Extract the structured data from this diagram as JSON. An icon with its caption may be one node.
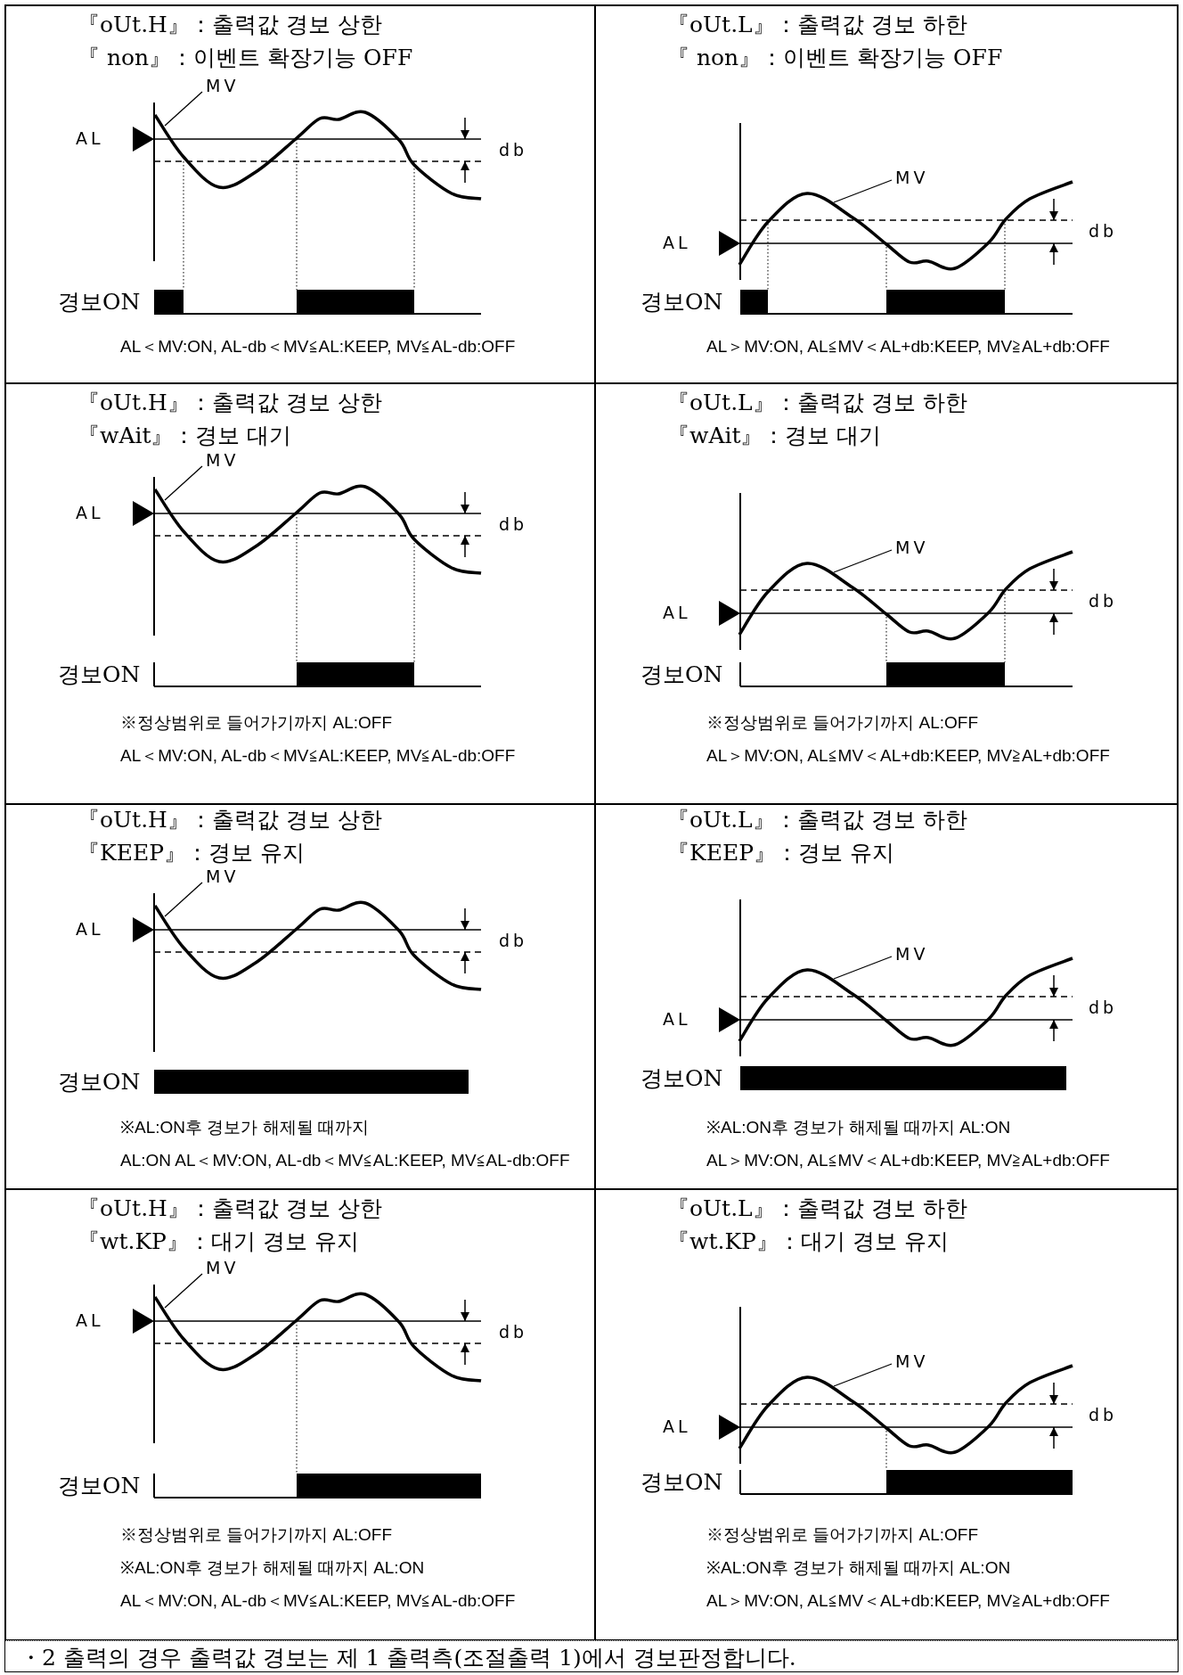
{
  "diagram": {
    "nodes": [
      {
        "text": [
          "『oUt.H』：출력값 경보 상한",
          "『 non』：이벤트 확장기능 OFF",
          "AL",
          "db",
          "경보ON",
          "AL＜MV:ON, AL-db＜MV≦AL:KEEP, MV≦AL-db:OFF"
        ]
      },
      {
        "text": [
          "MV"
        ],
        "in": 0
      },
      {
        "text": [
          "『oUt.L』：출력값 경보 하한",
          "『 non』：이벤트 확장기능 OFF",
          "AL",
          "db",
          "경보ON",
          "AL＞MV:ON, AL≦MV＜AL+db:KEEP, MV≧AL+db:OFF"
        ]
      },
      {
        "text": [
          "MV"
        ],
        "in": 2
      },
      {
        "text": [
          "『oUt.H』：출력값 경보 상한",
          "『wAit』：경보 대기",
          "AL",
          "db",
          "경보ON",
          "※정상범위로 들어가기까지 AL:OFF",
          "AL＜MV:ON, AL-db＜MV≦AL:KEEP, MV≦AL-db:OFF"
        ]
      },
      {
        "text": [
          "MV"
        ],
        "in": 4
      },
      {
        "text": [
          "『oUt.L』：출력값 경보 하한",
          "『wAit』：경보 대기",
          "AL",
          "db",
          "경보ON",
          "※정상범위로 들어가기까지 AL:OFF",
          "AL＞MV:ON, AL≦MV＜AL+db:KEEP, MV≧AL+db:OFF"
        ]
      },
      {
        "text": [
          "MV"
        ],
        "in": 6
      },
      {
        "text": [
          "『oUt.H』：출력값 경보 상한",
          "『KEEP』：경보 유지",
          "AL",
          "db",
          "경보ON",
          "※AL:ON후 경보가 해제될 때까지",
          "AL:ON AL＜MV:ON, AL-db＜MV≦AL:KEEP, MV≦AL-db:OFF"
        ]
      },
      {
        "text": [
          "MV"
        ],
        "in": 8
      },
      {
        "text": [
          "『oUt.L』：출력값 경보 하한",
          "『KEEP』：경보 유지",
          "AL",
          "db",
          "경보ON",
          "※AL:ON후 경보가 해제될 때까지 AL:ON",
          "AL＞MV:ON, AL≦MV＜AL+db:KEEP, MV≧AL+db:OFF"
        ]
      },
      {
        "text": [
          "MV"
        ],
        "in": 10
      },
      {
        "text": [
          "『oUt.H』：출력값 경보 상한",
          "『wt.KP』：대기 경보 유지",
          "AL",
          "db",
          "경보ON",
          "※정상범위로 들어가기까지 AL:OFF",
          "※AL:ON후 경보가 해제될 때까지 AL:ON",
          "AL＜MV:ON, AL-db＜MV≦AL:KEEP, MV≦AL-db:OFF"
        ]
      },
      {
        "text": [
          "MV"
        ],
        "in": 12
      },
      {
        "text": [
          "『oUt.L』：출력값 경보 하한",
          "『wt.KP』：대기 경보 유지",
          "AL",
          "db",
          "경보ON",
          "※정상범위로 들어가기까지 AL:OFF",
          "※AL:ON후 경보가 해제될 때까지 AL:ON",
          "AL＞MV:ON, AL≦MV＜AL+db:KEEP, MV≧AL+db:OFF"
        ]
      },
      {
        "text": [
          "MV"
        ],
        "in": 14
      },
      {
        "text": [
          "・2 출력의 경우 출력값 경보는 제 1 출력측(조절출력 1)에서 경보판정합니다."
        ]
      }
    ],
    "edges": [
      {
        "from": 1,
        "to": null,
        "arrow": "none"
      },
      {
        "from": 3,
        "to": null,
        "arrow": "none"
      },
      {
        "from": 5,
        "to": null,
        "arrow": "none"
      },
      {
        "from": 7,
        "to": null,
        "arrow": "none"
      },
      {
        "from": 9,
        "to": null,
        "arrow": "none"
      },
      {
        "from": 11,
        "to": null,
        "arrow": "none"
      },
      {
        "from": 13,
        "to": null,
        "arrow": "none"
      },
      {
        "from": 15,
        "to": null,
        "arrow": "none"
      }
    ]
  }
}
